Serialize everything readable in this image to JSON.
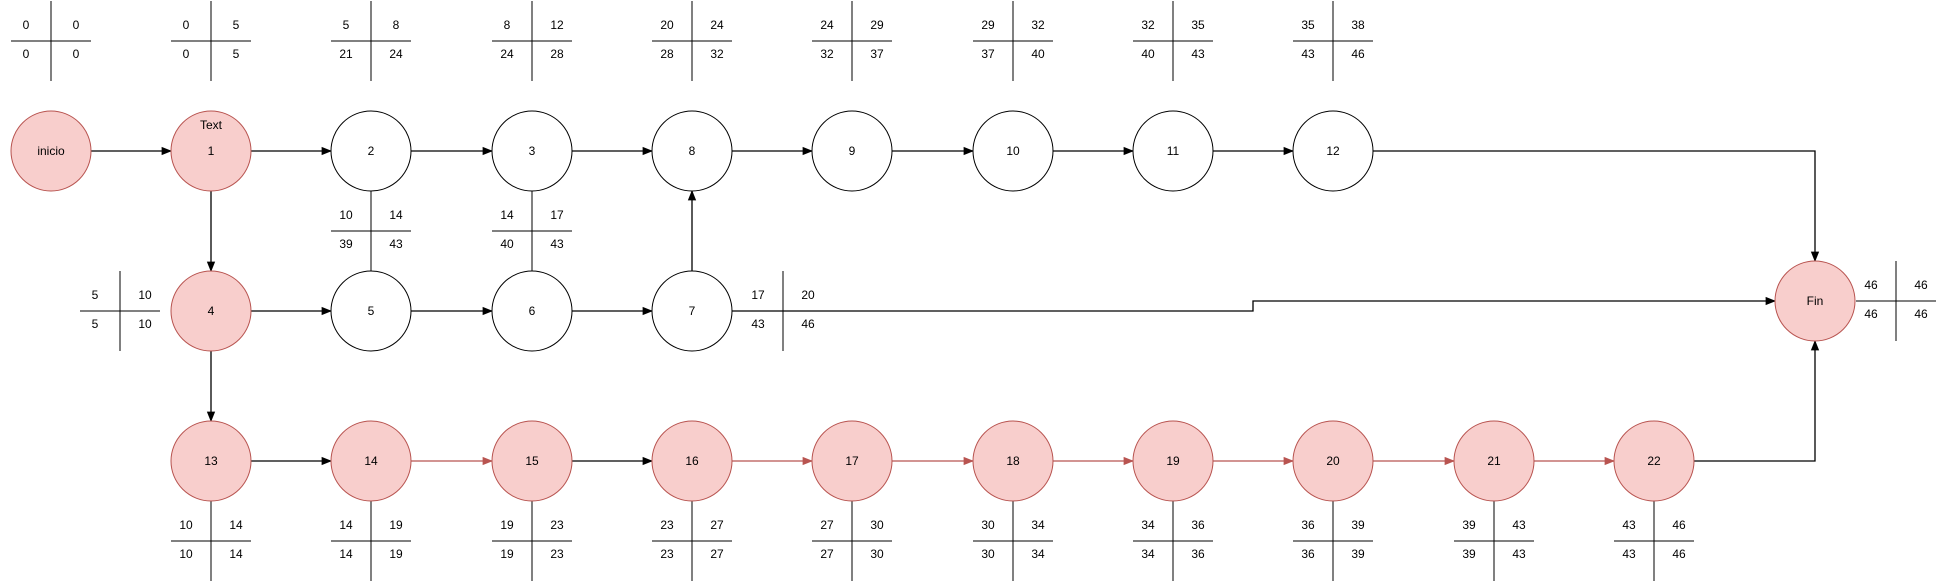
{
  "diagram": {
    "stray_label": "Text",
    "colors": {
      "critical_fill": "#f8cecc",
      "critical_stroke": "#b85450",
      "normal_fill": "#ffffff",
      "normal_stroke": "#000000",
      "edge": "#000000",
      "critical_edge": "#b85450"
    },
    "nodes": [
      {
        "id": "inicio",
        "label": "inicio",
        "critical": true,
        "es": 0,
        "ef": 0,
        "ls": 0,
        "lf": 0
      },
      {
        "id": "1",
        "label": "1",
        "critical": true,
        "es": 0,
        "ef": 5,
        "ls": 0,
        "lf": 5
      },
      {
        "id": "2",
        "label": "2",
        "critical": false,
        "es": 5,
        "ef": 8,
        "ls": 21,
        "lf": 24
      },
      {
        "id": "3",
        "label": "3",
        "critical": false,
        "es": 8,
        "ef": 12,
        "ls": 24,
        "lf": 28
      },
      {
        "id": "8",
        "label": "8",
        "critical": false,
        "es": 20,
        "ef": 24,
        "ls": 28,
        "lf": 32
      },
      {
        "id": "9",
        "label": "9",
        "critical": false,
        "es": 24,
        "ef": 29,
        "ls": 32,
        "lf": 37
      },
      {
        "id": "10",
        "label": "10",
        "critical": false,
        "es": 29,
        "ef": 32,
        "ls": 37,
        "lf": 40
      },
      {
        "id": "11",
        "label": "11",
        "critical": false,
        "es": 32,
        "ef": 35,
        "ls": 40,
        "lf": 43
      },
      {
        "id": "12",
        "label": "12",
        "critical": false,
        "es": 35,
        "ef": 38,
        "ls": 43,
        "lf": 46
      },
      {
        "id": "4",
        "label": "4",
        "critical": true,
        "es": 5,
        "ef": 10,
        "ls": 5,
        "lf": 10
      },
      {
        "id": "5",
        "label": "5",
        "critical": false,
        "es": 10,
        "ef": 14,
        "ls": 39,
        "lf": 43
      },
      {
        "id": "6",
        "label": "6",
        "critical": false,
        "es": 14,
        "ef": 17,
        "ls": 40,
        "lf": 43
      },
      {
        "id": "7",
        "label": "7",
        "critical": false,
        "es": 17,
        "ef": 20,
        "ls": 43,
        "lf": 46
      },
      {
        "id": "fin",
        "label": "Fin",
        "critical": true,
        "es": 46,
        "ef": 46,
        "ls": 46,
        "lf": 46
      },
      {
        "id": "13",
        "label": "13",
        "critical": true,
        "es": 10,
        "ef": 14,
        "ls": 10,
        "lf": 14
      },
      {
        "id": "14",
        "label": "14",
        "critical": true,
        "es": 14,
        "ef": 19,
        "ls": 14,
        "lf": 19
      },
      {
        "id": "15",
        "label": "15",
        "critical": true,
        "es": 19,
        "ef": 23,
        "ls": 19,
        "lf": 23
      },
      {
        "id": "16",
        "label": "16",
        "critical": true,
        "es": 23,
        "ef": 27,
        "ls": 23,
        "lf": 27
      },
      {
        "id": "17",
        "label": "17",
        "critical": true,
        "es": 27,
        "ef": 30,
        "ls": 27,
        "lf": 30
      },
      {
        "id": "18",
        "label": "18",
        "critical": true,
        "es": 30,
        "ef": 34,
        "ls": 30,
        "lf": 34
      },
      {
        "id": "19",
        "label": "19",
        "critical": true,
        "es": 34,
        "ef": 36,
        "ls": 34,
        "lf": 36
      },
      {
        "id": "20",
        "label": "20",
        "critical": true,
        "es": 36,
        "ef": 39,
        "ls": 36,
        "lf": 39
      },
      {
        "id": "21",
        "label": "21",
        "critical": true,
        "es": 39,
        "ef": 43,
        "ls": 39,
        "lf": 43
      },
      {
        "id": "22",
        "label": "22",
        "critical": true,
        "es": 43,
        "ef": 46,
        "ls": 43,
        "lf": 46
      }
    ],
    "edges": [
      {
        "from": "inicio",
        "to": "1",
        "critical": false
      },
      {
        "from": "1",
        "to": "2",
        "critical": false
      },
      {
        "from": "2",
        "to": "3",
        "critical": false
      },
      {
        "from": "3",
        "to": "8",
        "critical": false
      },
      {
        "from": "8",
        "to": "9",
        "critical": false
      },
      {
        "from": "9",
        "to": "10",
        "critical": false
      },
      {
        "from": "10",
        "to": "11",
        "critical": false
      },
      {
        "from": "11",
        "to": "12",
        "critical": false
      },
      {
        "from": "12",
        "to": "fin",
        "critical": false
      },
      {
        "from": "1",
        "to": "4",
        "critical": false
      },
      {
        "from": "4",
        "to": "5",
        "critical": false
      },
      {
        "from": "5",
        "to": "6",
        "critical": false
      },
      {
        "from": "6",
        "to": "7",
        "critical": false
      },
      {
        "from": "7",
        "to": "8",
        "critical": false
      },
      {
        "from": "7",
        "to": "fin",
        "critical": false
      },
      {
        "from": "4",
        "to": "13",
        "critical": false
      },
      {
        "from": "13",
        "to": "14",
        "critical": false
      },
      {
        "from": "14",
        "to": "15",
        "critical": true
      },
      {
        "from": "15",
        "to": "16",
        "critical": false
      },
      {
        "from": "16",
        "to": "17",
        "critical": true
      },
      {
        "from": "17",
        "to": "18",
        "critical": true
      },
      {
        "from": "18",
        "to": "19",
        "critical": true
      },
      {
        "from": "19",
        "to": "20",
        "critical": true
      },
      {
        "from": "20",
        "to": "21",
        "critical": true
      },
      {
        "from": "21",
        "to": "22",
        "critical": true
      },
      {
        "from": "22",
        "to": "fin",
        "critical": false
      }
    ]
  }
}
